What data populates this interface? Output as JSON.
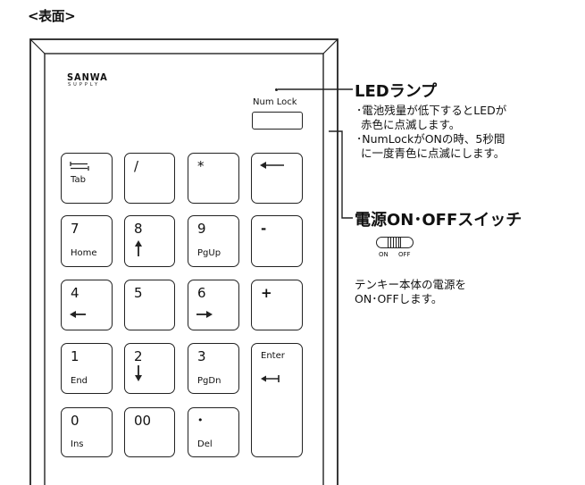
{
  "page": {
    "title": "<表面>"
  },
  "device": {
    "brand": "SANWA",
    "brand_sub": "SUPPLY",
    "numlock_label": "Num Lock",
    "keys": {
      "tab": {
        "label": "Tab"
      },
      "slash": {
        "label": "/"
      },
      "asterisk": {
        "label": "*"
      },
      "backspace": {
        "icon": "left-arrow-icon"
      },
      "seven": {
        "label": "7",
        "sub": "Home"
      },
      "eight": {
        "label": "8",
        "icon": "up-arrow-icon"
      },
      "nine": {
        "label": "9",
        "sub": "PgUp"
      },
      "minus": {
        "label": "-"
      },
      "four": {
        "label": "4",
        "icon": "left-arrow-icon"
      },
      "five": {
        "label": "5"
      },
      "six": {
        "label": "6",
        "icon": "right-arrow-icon"
      },
      "plus": {
        "label": "+"
      },
      "one": {
        "label": "1",
        "sub": "End"
      },
      "two": {
        "label": "2",
        "icon": "down-arrow-icon"
      },
      "three": {
        "label": "3",
        "sub": "PgDn"
      },
      "enter": {
        "label": "Enter",
        "icon": "enter-arrow-icon"
      },
      "zero": {
        "label": "0",
        "sub": "Ins"
      },
      "double_zero": {
        "label": "00"
      },
      "dot": {
        "label": "•",
        "sub": "Del"
      }
    }
  },
  "annotations": {
    "led": {
      "title": "LEDランプ",
      "lines": [
        "･電池残量が低下するとLEDが",
        "赤色に点滅します。",
        "･NumLockがONの時、5秒間",
        "に一度青色に点滅にします。"
      ]
    },
    "switch": {
      "title": "電源ON･OFFスイッチ",
      "on_label": "ON",
      "off_label": "OFF",
      "lines": [
        "テンキー本体の電源を",
        "ON･OFFします。"
      ]
    }
  }
}
